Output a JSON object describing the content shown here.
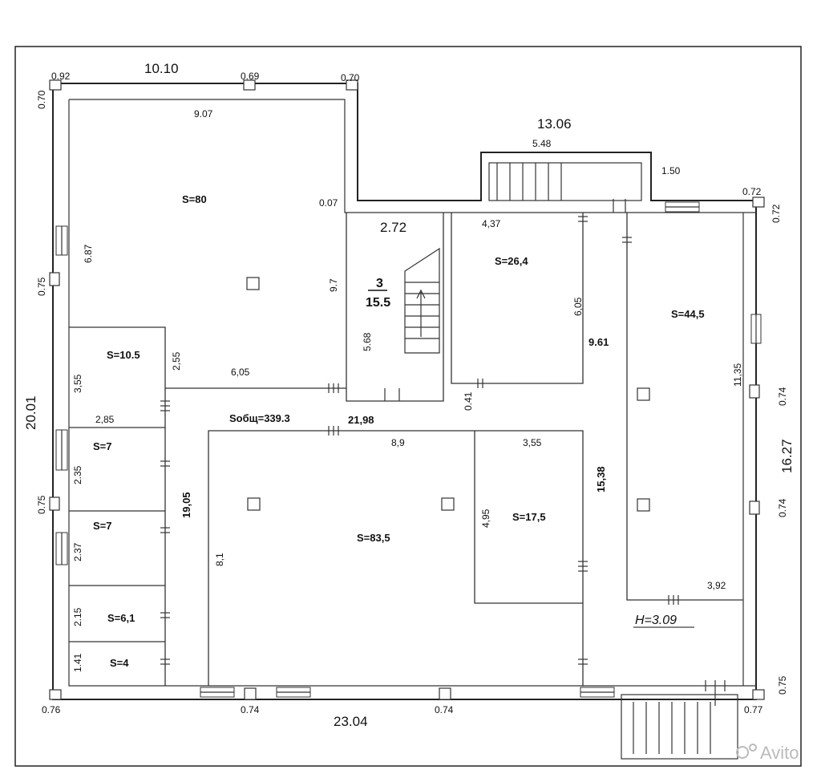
{
  "plan": {
    "total_area": "Sобщ=339.3",
    "height": "H=3.09",
    "watermark": "Avito",
    "stair_label": {
      "num": "3",
      "area": "15.5"
    },
    "rooms": [
      {
        "id": "room-80",
        "label": "S=80"
      },
      {
        "id": "room-10-5",
        "label": "S=10.5"
      },
      {
        "id": "room-7a",
        "label": "S=7"
      },
      {
        "id": "room-7b",
        "label": "S=7"
      },
      {
        "id": "room-6-1",
        "label": "S=6,1"
      },
      {
        "id": "room-4",
        "label": "S=4"
      },
      {
        "id": "room-26-4",
        "label": "S=26,4"
      },
      {
        "id": "room-44-5",
        "label": "S=44,5"
      },
      {
        "id": "room-83-5",
        "label": "S=83,5"
      },
      {
        "id": "room-17-5",
        "label": "S=17,5"
      }
    ],
    "dims": {
      "top_left_092": "0.92",
      "top_1010": "10.10",
      "top_069": "0.69",
      "top_070": "0.70",
      "left_070": "0.70",
      "room80_907": "9.07",
      "top_1306": "13.06",
      "stair_548": "5.48",
      "d_150": "1.50",
      "d_072a": "0.72",
      "d_072b": "0.72",
      "d_007": "0.07",
      "d_272": "2.72",
      "d_437": "4,37",
      "d_687": "6.87",
      "d_075a": "0.75",
      "d_97": "9.7",
      "d_568": "5.68",
      "d_605v": "6,05",
      "d_961": "9.61",
      "d_1135": "11,35",
      "d_355": "3,55",
      "d_255": "2,55",
      "d_605h": "6,05",
      "d_2001": "20.01",
      "d_041": "0.41",
      "d_074r1": "0.74",
      "d_285": "2,85",
      "d_2198": "21,98",
      "d_89": "8,9",
      "d_355b": "3,55",
      "d_1627": "16.27",
      "d_235": "2.35",
      "d_1905": "19,05",
      "d_1538": "15,38",
      "d_075b": "0.75",
      "d_495": "4,95",
      "d_074r2": "0.74",
      "d_237": "2.37",
      "d_81": "8,1",
      "d_392": "3,92",
      "d_215": "2.15",
      "d_141": "1.41",
      "d_075c": "0.75",
      "d_076": "0.76",
      "d_074b1": "0.74",
      "d_074b2": "0.74",
      "d_077": "0.77",
      "d_2304": "23.04"
    }
  }
}
